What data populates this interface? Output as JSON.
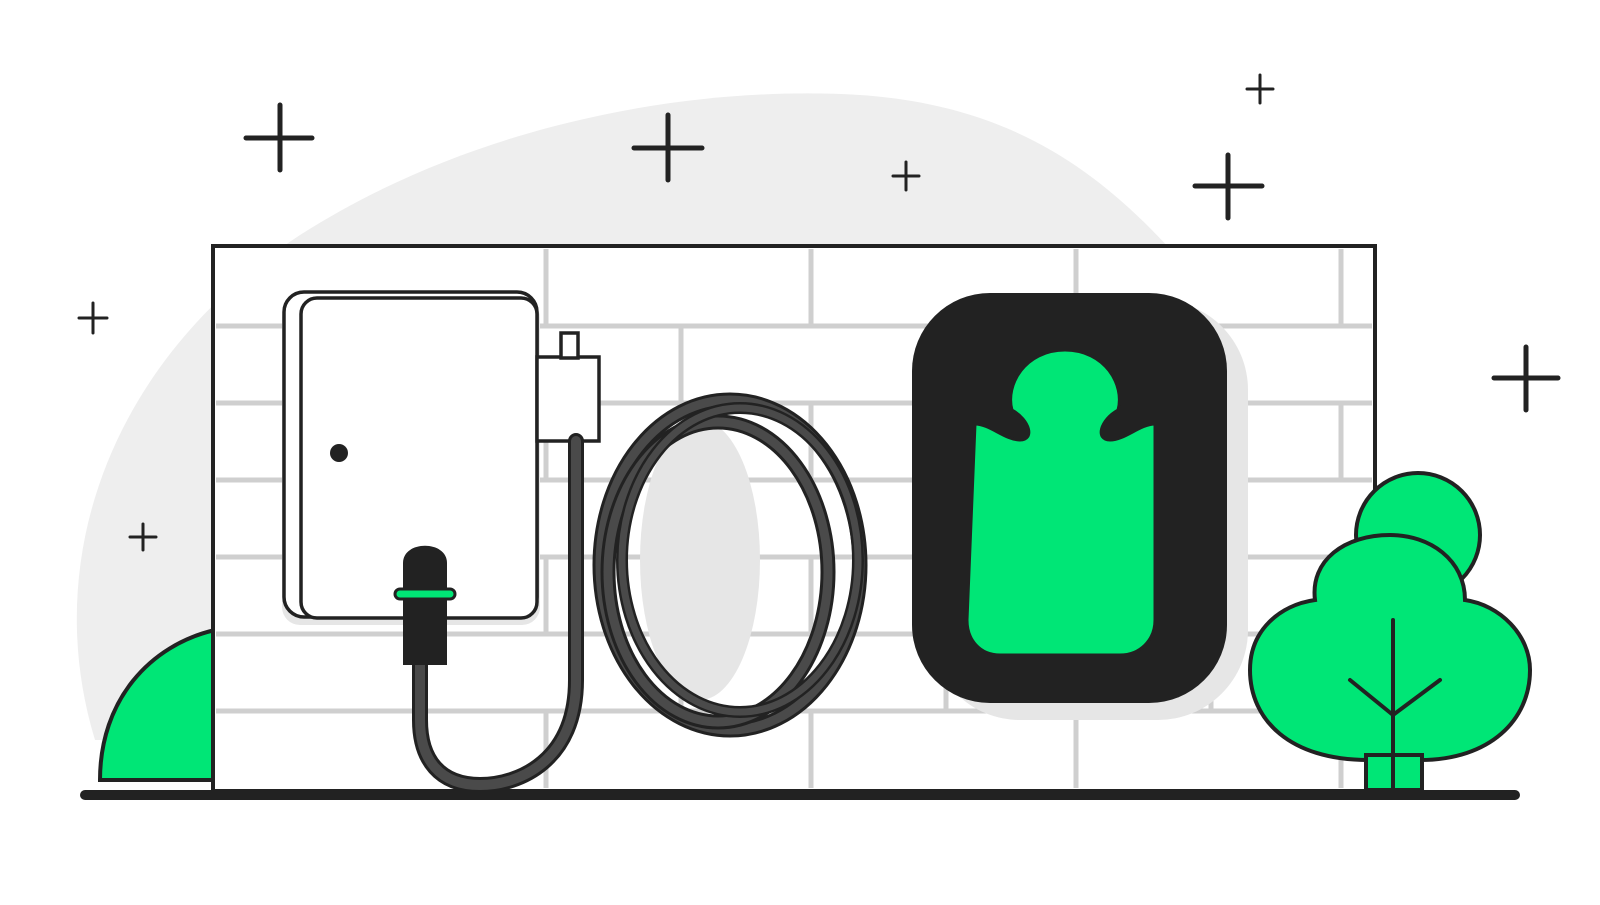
{
  "illustration": {
    "subject": "home-ev-charger-wall-illustration",
    "colors": {
      "background": "#ffffff",
      "backdrop_blob": "#eeeeee",
      "outline": "#222222",
      "brick_line": "#cfcfcf",
      "accent_green": "#00e676",
      "charger_body": "#222222",
      "cable": "#4a4a4a",
      "shadow": "#e9e9e9"
    },
    "elements": {
      "brick_wall": "brick-wall",
      "junction_box": "junction-box",
      "charger": "wall-charger",
      "cable_coil": "coiled-cable",
      "plug": "charging-plug",
      "tree": "tree",
      "bush": "bush",
      "sparkles": "sparkle-icon",
      "ground": "ground-line"
    }
  }
}
